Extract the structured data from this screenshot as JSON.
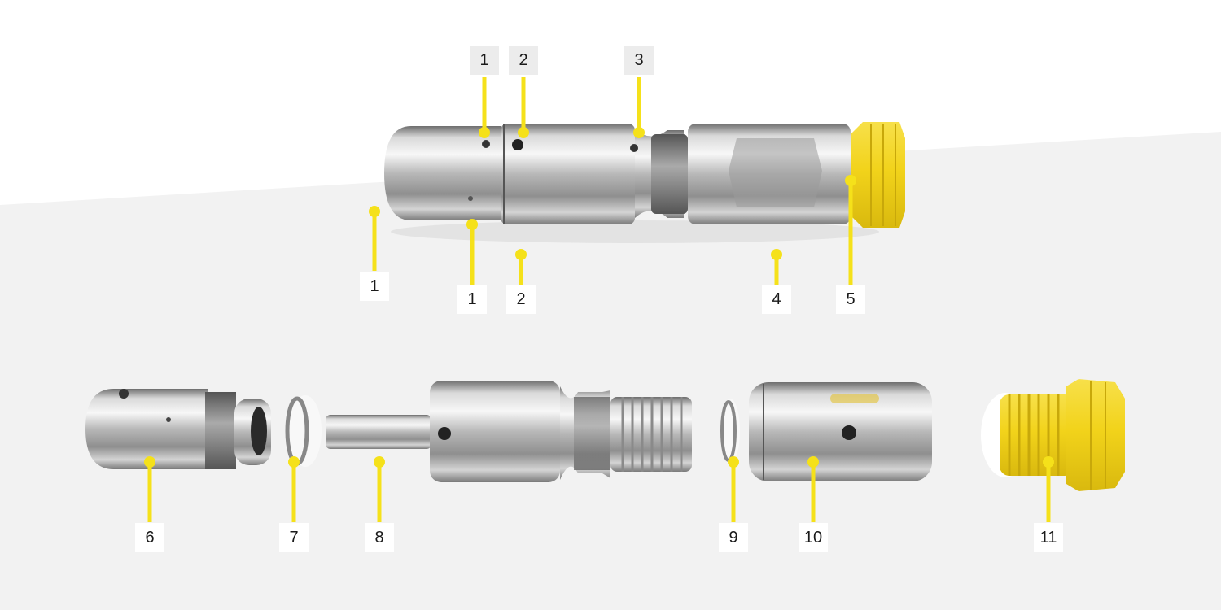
{
  "title": "",
  "colors": {
    "accent": "#f5e11a",
    "background_upper": "#ffffff",
    "background_lower": "#f2f2f2",
    "metal": "#b5b5b5",
    "cap": "#f2d31b"
  },
  "assembled": {
    "callouts_top": [
      "1",
      "2",
      "3"
    ],
    "callouts_bottom": [
      "1",
      "1",
      "2",
      "4",
      "5"
    ]
  },
  "exploded": {
    "callouts": [
      "6",
      "7",
      "8",
      "9",
      "10",
      "11"
    ]
  }
}
